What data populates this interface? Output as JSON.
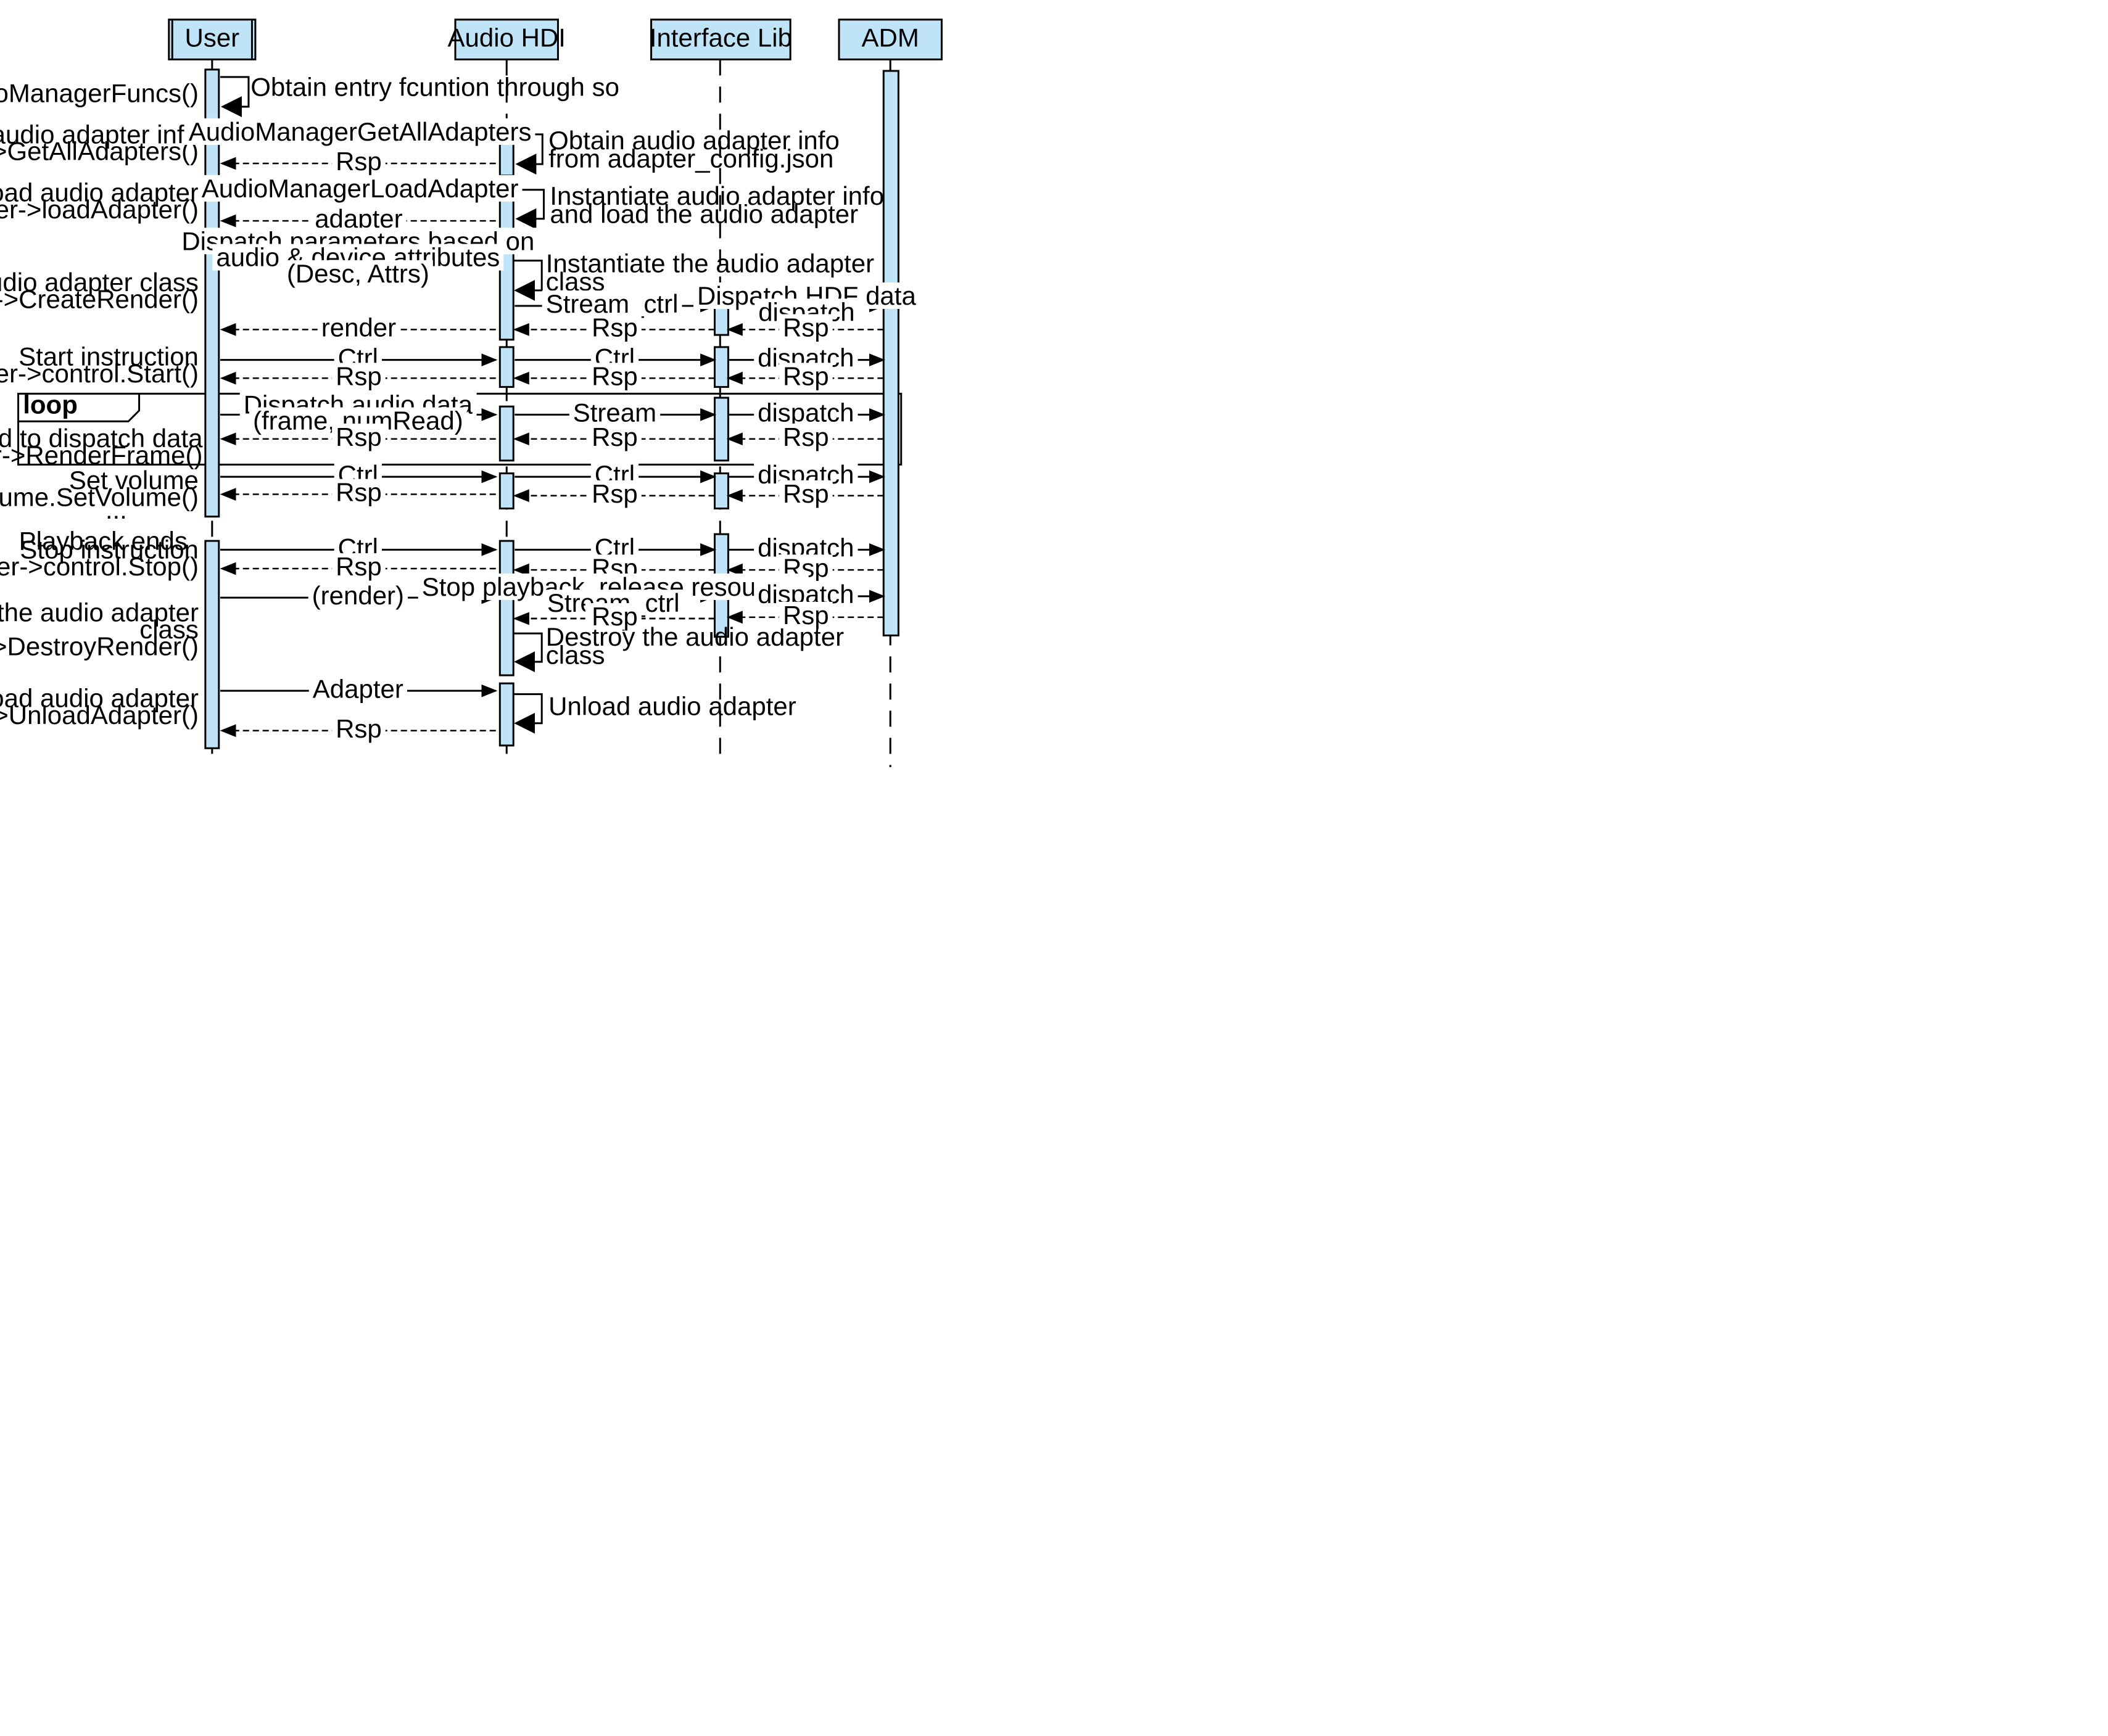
{
  "participants": [
    {
      "id": "user",
      "label": "User"
    },
    {
      "id": "hdi",
      "label": "Audio HDI"
    },
    {
      "id": "lib",
      "label": "Interface Lib"
    },
    {
      "id": "adm",
      "label": "ADM"
    }
  ],
  "colors": {
    "fill": "#c0e4f7",
    "stroke": "#000000",
    "background": "#ffffff"
  },
  "loop": {
    "label": "loop"
  },
  "step_labels": [
    [
      "GetAudioManagerFuncs()"
    ],
    [
      "Obtain audio adapter info",
      "Manager->GetAllAdapters()"
    ],
    [
      "Load audio adapter",
      "Manager->loadAdapter()"
    ],
    [
      "Create audio adapter class",
      "adapter->CreateRender()"
    ],
    [
      "Start instruction",
      "render->control.Start()"
    ],
    [
      "Start a thread to dispatch data",
      "render->RenderFrame()"
    ],
    [
      "Set volume",
      "render->volume.SetVolume()"
    ],
    [
      "..."
    ],
    [
      "Playback ends"
    ],
    [
      "Stop instruction",
      "render->control.Stop()"
    ],
    [
      "Destroy the audio adapter",
      "class",
      "adapter->DestroyRender()"
    ],
    [
      "Unload audio adapter",
      "manager->UnloadAdapter()"
    ]
  ],
  "self_calls": [
    [
      "Obtain entry fcuntion through so"
    ],
    [
      "Obtain audio adapter info",
      "from adapter_config.json"
    ],
    [
      "Instantiate audio adapter info",
      "and load the audio adapter"
    ],
    [
      "Instantiate the audio adapter",
      "class"
    ],
    [
      "Destroy the audio adapter",
      "class"
    ],
    [
      "Unload audio adapter"
    ]
  ],
  "messages": [
    {
      "lines": [
        "AudioManagerGetAllAdapters"
      ],
      "style": "solid"
    },
    {
      "lines": [
        "Rsp"
      ],
      "style": "dashed"
    },
    {
      "lines": [
        "AudioManagerLoadAdapter"
      ],
      "style": "solid"
    },
    {
      "lines": [
        "adapter"
      ],
      "style": "dashed"
    },
    {
      "lines": [
        "Dispatch parameters based on",
        "audio & device attributes",
        "(Desc, Attrs)"
      ],
      "style": "solid"
    },
    {
      "lines": [
        "Stream_ctrl"
      ],
      "style": "solid"
    },
    {
      "lines": [
        "Dispatch HDF data",
        "dispatch"
      ],
      "style": "solid"
    },
    {
      "lines": [
        "Rsp"
      ],
      "style": "dashed"
    },
    {
      "lines": [
        "Rsp"
      ],
      "style": "dashed"
    },
    {
      "lines": [
        "render"
      ],
      "style": "dashed"
    },
    {
      "lines": [
        "Ctrl"
      ],
      "style": "solid"
    },
    {
      "lines": [
        "Ctrl"
      ],
      "style": "solid"
    },
    {
      "lines": [
        "dispatch"
      ],
      "style": "solid"
    },
    {
      "lines": [
        "Rsp"
      ],
      "style": "dashed"
    },
    {
      "lines": [
        "Rsp"
      ],
      "style": "dashed"
    },
    {
      "lines": [
        "Rsp"
      ],
      "style": "dashed"
    },
    {
      "lines": [
        "Dispatch audio data",
        "(frame, numRead)"
      ],
      "style": "solid"
    },
    {
      "lines": [
        "Stream"
      ],
      "style": "solid"
    },
    {
      "lines": [
        "dispatch"
      ],
      "style": "solid"
    },
    {
      "lines": [
        "Rsp"
      ],
      "style": "dashed"
    },
    {
      "lines": [
        "Rsp"
      ],
      "style": "dashed"
    },
    {
      "lines": [
        "Rsp"
      ],
      "style": "dashed"
    },
    {
      "lines": [
        "Ctrl"
      ],
      "style": "solid"
    },
    {
      "lines": [
        "Ctrl"
      ],
      "style": "solid"
    },
    {
      "lines": [
        "dispatch"
      ],
      "style": "solid"
    },
    {
      "lines": [
        "Rsp"
      ],
      "style": "dashed"
    },
    {
      "lines": [
        "Rsp"
      ],
      "style": "dashed"
    },
    {
      "lines": [
        "Rsp"
      ],
      "style": "dashed"
    },
    {
      "lines": [
        "Ctrl"
      ],
      "style": "solid"
    },
    {
      "lines": [
        "Ctrl"
      ],
      "style": "solid"
    },
    {
      "lines": [
        "dispatch"
      ],
      "style": "solid"
    },
    {
      "lines": [
        "Rsp"
      ],
      "style": "dashed"
    },
    {
      "lines": [
        "Rsp"
      ],
      "style": "dashed"
    },
    {
      "lines": [
        "Rsp"
      ],
      "style": "dashed"
    },
    {
      "lines": [
        "(render)"
      ],
      "style": "solid"
    },
    {
      "lines": [
        "Stop playback, release resources",
        "Stream_ctrl"
      ],
      "style": "solid"
    },
    {
      "lines": [
        "dispatch"
      ],
      "style": "solid"
    },
    {
      "lines": [
        "Rsp"
      ],
      "style": "dashed"
    },
    {
      "lines": [
        "Rsp"
      ],
      "style": "dashed"
    },
    {
      "lines": [
        "Rsp"
      ],
      "style": "dashed"
    },
    {
      "lines": [
        "Adapter"
      ],
      "style": "solid"
    },
    {
      "lines": [
        "Rsp"
      ],
      "style": "dashed"
    }
  ]
}
